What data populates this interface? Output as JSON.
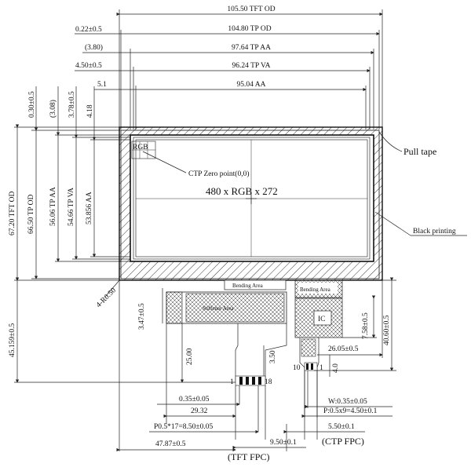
{
  "dims_top": {
    "tft_od": "105.50 TFT OD",
    "tp_od_offset": "0.22±0.5",
    "tp_od": "104.80 TP OD",
    "tp_aa_offset": "(3.80)",
    "tp_aa": "97.64 TP AA",
    "tp_va_offset": "4.50±0.5",
    "tp_va": "96.24 TP VA",
    "aa_offset": "5.1",
    "aa": "95.04 AA"
  },
  "dims_left": {
    "top_offset_1": "0.30±0.5",
    "top_offset_2": "(3.08)",
    "top_offset_3": "3.78±0.5",
    "top_offset_4": "4.18",
    "tft_od": "67.20 TFT OD",
    "tp_od": "66.50 TP OD",
    "tp_aa": "56.06 TP AA",
    "tp_va": "54.66 TP VA",
    "aa": "53.856 AA",
    "fpc_total": "45.159±0.5"
  },
  "display": {
    "resolution": "480 x RGB x 272",
    "rgb": "RGB",
    "ctp_zero": "CTP Zero point(0,0)",
    "pull_tape": "Pull tape",
    "black_printing": "Black printing",
    "corner_radius": "4-R0.50"
  },
  "tft_fpc": {
    "bending_area": "Bending Area",
    "stiffener": "Stiffener Area",
    "d_347": "3.47±0.5",
    "d_25": "25.00",
    "d_350": "3.50",
    "pin_1": "1",
    "pin_18": "18",
    "d_035": "0.35±0.05",
    "d_2932": "29.32",
    "d_pitch": "P0.5*17=8.50±0.05",
    "d_950": "9.50±0.1",
    "d_4787": "47.87±0.5",
    "caption": "(TFT FPC)"
  },
  "ctp_fpc": {
    "bending_area": "Bending Area",
    "ic": "IC",
    "d_758": "7.58±0.5",
    "d_4060": "40.60±0.5",
    "d_2605": "26.05±0.5",
    "pin_10": "10",
    "pin_1": "1",
    "d_40": "4.0",
    "w": "W:0.35±0.05",
    "p": "P:0.5x9=4.50±0.1",
    "d_550": "5.50±0.1",
    "caption": "(CTP FPC)"
  }
}
